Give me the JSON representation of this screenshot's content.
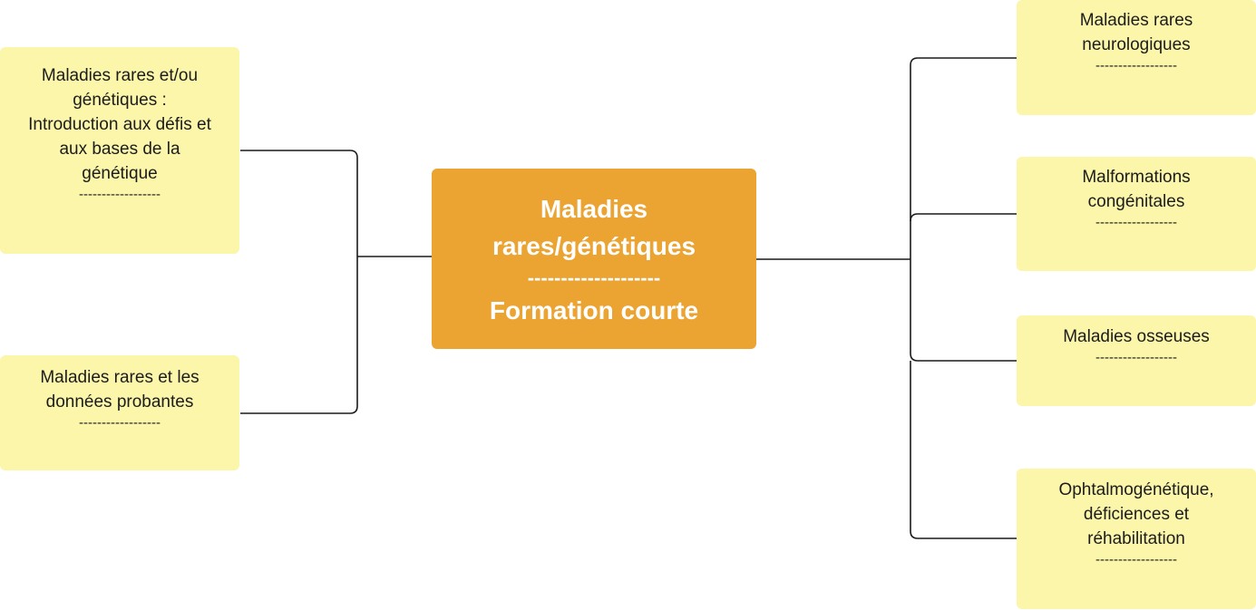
{
  "diagram": {
    "center": {
      "title": "Maladies\nrares/génétiques",
      "separator": "--------------------",
      "subtitle": "Formation courte"
    },
    "left_nodes": [
      {
        "title": "Maladies rares et/ou\ngénétiques :\nIntroduction aux défis et\naux bases de la\ngénétique",
        "separator": "------------------"
      },
      {
        "title": "Maladies rares et les\ndonnées probantes",
        "separator": "------------------"
      }
    ],
    "right_nodes": [
      {
        "title": "Maladies rares\nneurologiques",
        "separator": "------------------"
      },
      {
        "title": "Malformations\ncongénitales",
        "separator": "------------------"
      },
      {
        "title": "Maladies osseuses",
        "separator": "------------------"
      },
      {
        "title": "Ophtalmogénétique,\ndéficiences et\nréhabilitation",
        "separator": "------------------"
      }
    ],
    "colors": {
      "center_fill": "#eba332",
      "leaf_fill": "#fbf6a9",
      "connector": "#1a1a1a",
      "center_text": "#ffffff",
      "leaf_text": "#1c1c1c"
    }
  }
}
